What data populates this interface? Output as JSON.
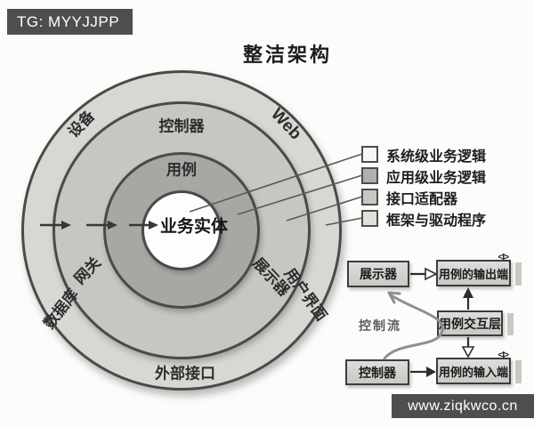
{
  "top_badge": "TG: MYYJJPP",
  "bottom_badge": "www.ziqkwco.cn",
  "title": "整洁架构",
  "circle": {
    "labels": {
      "devices": "设备",
      "controllers": "控制器",
      "web": "Web",
      "use_cases": "用例",
      "entities": "业务实体",
      "gateways": "网关",
      "presenters": "展示器",
      "database": "数据库",
      "user_interface": "用户界面",
      "external_interfaces": "外部接口"
    },
    "ring_colors": {
      "outer": "#d8d7d4",
      "adapters": "#c7c6c3",
      "use_cases": "#a8a7a4",
      "entities": "#fdfdfc"
    }
  },
  "legend": {
    "items": [
      {
        "label": "系统级业务逻辑",
        "color": "#f6f5f3"
      },
      {
        "label": "应用级业务逻辑",
        "color": "#b1b0ae"
      },
      {
        "label": "接口适配器",
        "color": "#c8c7c4"
      },
      {
        "label": "框架与驱动程序",
        "color": "#e1e0dd"
      }
    ]
  },
  "flow": {
    "presenter": "展示器",
    "output_port": "用例的输出端",
    "interactor": "用例交互层",
    "controller": "控制器",
    "input_port": "用例的输入端",
    "control_flow_label": "控制流",
    "interface_marker": "<I>"
  },
  "colors": {
    "badge_bg": "#4e4e4e",
    "line": "#5a5a58",
    "arrow": "#333331",
    "control_flow_curve": "#8f8f8d"
  }
}
